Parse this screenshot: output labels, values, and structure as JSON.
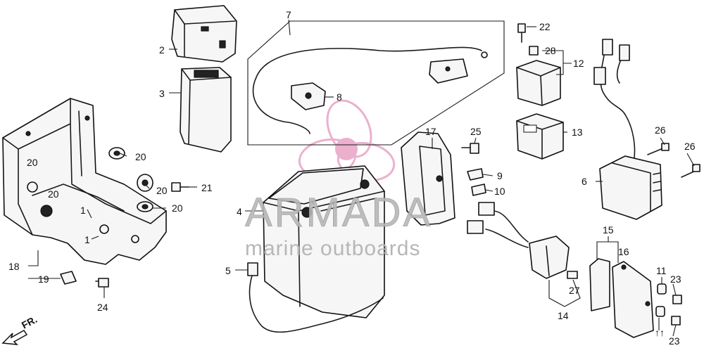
{
  "watermark": {
    "brand": "ARMADA",
    "tagline": "marine outboards",
    "brand_color": "#b9b9b9",
    "logo_color": "#e8a3c5"
  },
  "direction_label": "FR.",
  "callouts": [
    "2",
    "3",
    "7",
    "8",
    "22",
    "28",
    "12",
    "20",
    "20",
    "20",
    "20",
    "20",
    "21",
    "1",
    "1",
    "18",
    "19",
    "24",
    "4",
    "5",
    "17",
    "25",
    "9",
    "10",
    "13",
    "26",
    "26",
    "6",
    "15",
    "16",
    "11",
    "23",
    "23",
    "27",
    "14"
  ]
}
